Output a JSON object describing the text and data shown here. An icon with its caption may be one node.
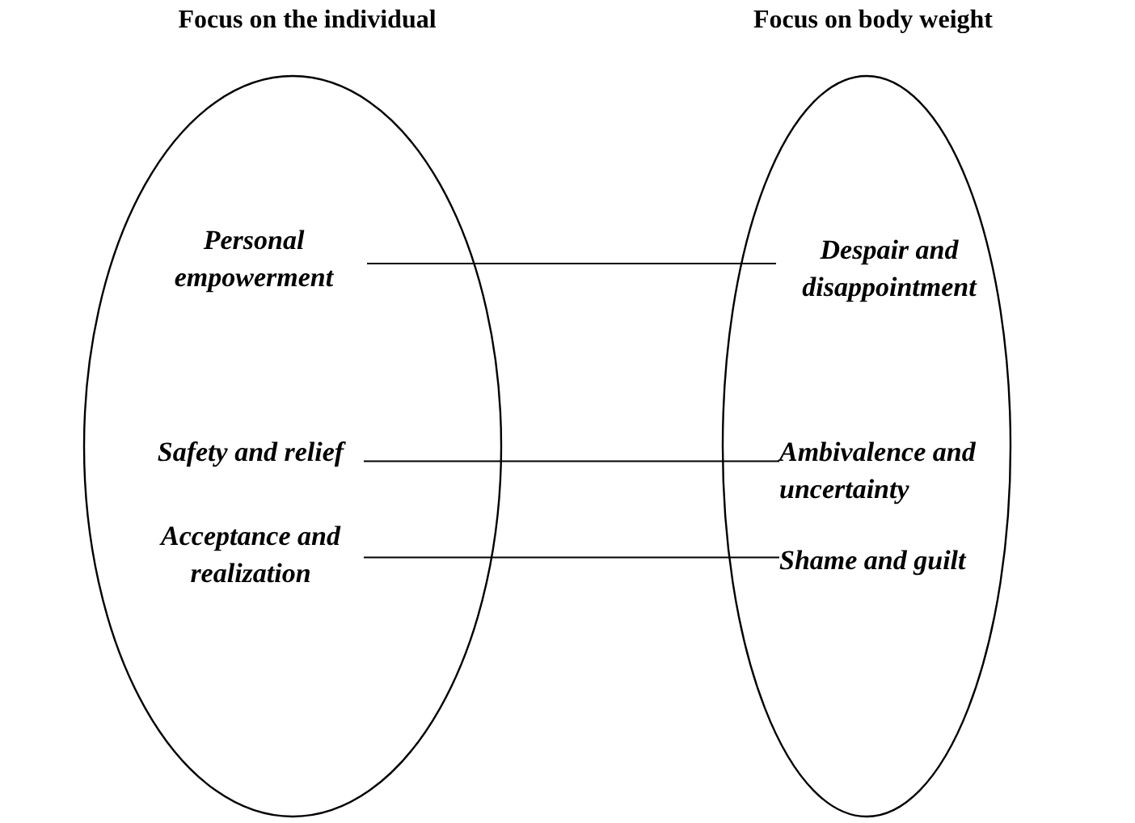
{
  "diagram": {
    "nodes": [
      {
        "text": [
          "Focus on the individual"
        ]
      },
      {
        "text": [
          "Personal empowerment"
        ],
        "in": 0
      },
      {
        "text": [
          "Safety and relief"
        ],
        "in": 0
      },
      {
        "text": [
          "Acceptance and realization"
        ],
        "in": 0
      },
      {
        "text": [
          "Focus on body weight"
        ]
      },
      {
        "text": [
          "Despair and disappointment"
        ],
        "in": 4
      },
      {
        "text": [
          "Ambivalence and uncertainty"
        ],
        "in": 4
      },
      {
        "text": [
          "Shame and guilt"
        ],
        "in": 4
      }
    ],
    "edges": [
      {
        "from": 1,
        "to": 5,
        "arrow": "none"
      },
      {
        "from": 2,
        "to": 6,
        "arrow": "none"
      },
      {
        "from": 3,
        "to": 7,
        "arrow": "none"
      }
    ]
  }
}
